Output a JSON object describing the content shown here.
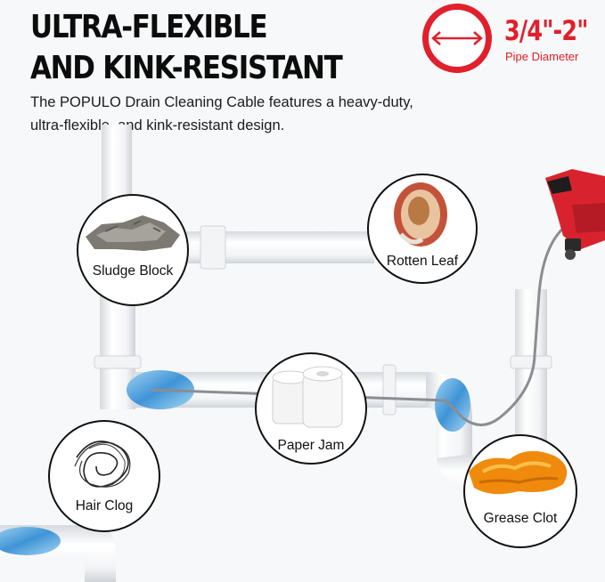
{
  "header": {
    "headline_line1": "ULTRA-FLEXIBLE",
    "headline_line2": "AND KINK-RESISTANT",
    "description": "The POPULO Drain Cleaning Cable features a heavy-duty, ultra-flexible, and kink-resistant design."
  },
  "diameter_badge": {
    "value": "3/4\"-2\"",
    "label": "Pipe Diameter",
    "accent": "#e0202c"
  },
  "callouts": {
    "sludge_block": "Sludge Block",
    "rotten_leaf": "Rotten Leaf",
    "paper_jam": "Paper Jam",
    "hair_clog": "Hair Clog",
    "grease_clot": "Grease Clot"
  },
  "colors": {
    "pipe": "#fdfdfd",
    "pipe_shadow": "#d9dde2",
    "cable": "#8a8d91",
    "tool_red": "#d8232e",
    "grease": "#f08a0c",
    "water": "#4aa3de"
  }
}
